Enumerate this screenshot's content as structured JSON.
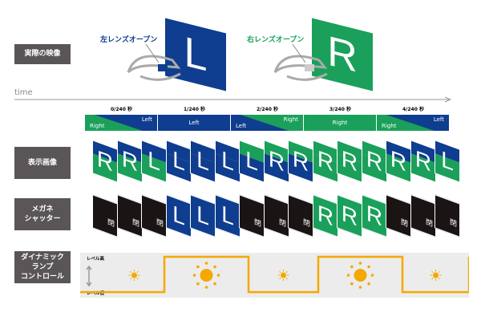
{
  "labels": {
    "actual": "実際の映像",
    "display": "表示画像",
    "shutter": "メガネ\nシャッター",
    "lamp": "ダイナミック\nランプ\nコントロール"
  },
  "top": {
    "left_open": "左レンズオープン",
    "right_open": "右レンズオープン",
    "left_letter": "L",
    "right_letter": "R",
    "time": "time"
  },
  "colors": {
    "blue": "#0f3d8f",
    "green": "#1aa05a",
    "orange": "#f5a800",
    "black": "#1a1414",
    "gray": "#ececec"
  },
  "timeline": {
    "ticks": [
      "0/240 秒",
      "1/240 秒",
      "2/240 秒",
      "3/240 秒",
      "4/240 秒"
    ],
    "segments": [
      {
        "type": "split",
        "a": "Right",
        "b": "Left",
        "lower": "green",
        "upper": "blue"
      },
      {
        "type": "solid",
        "label": "Left",
        "color": "blue"
      },
      {
        "type": "split",
        "a": "Left",
        "b": "Right",
        "lower": "blue",
        "upper": "green"
      },
      {
        "type": "solid",
        "label": "Right",
        "color": "green"
      },
      {
        "type": "split",
        "a": "Right",
        "b": "Left",
        "lower": "green",
        "upper": "blue"
      }
    ]
  },
  "display_frames": [
    {
      "t": "blue",
      "b": "green",
      "l": "R"
    },
    {
      "t": "blue",
      "b": "green",
      "l": "R"
    },
    {
      "t": "blue",
      "b": "green",
      "l": "L"
    },
    {
      "t": "blue",
      "b": "blue",
      "l": "L"
    },
    {
      "t": "blue",
      "b": "blue",
      "l": "L"
    },
    {
      "t": "blue",
      "b": "blue",
      "l": "L"
    },
    {
      "t": "green",
      "b": "blue",
      "l": "L"
    },
    {
      "t": "green",
      "b": "blue",
      "l": "R"
    },
    {
      "t": "green",
      "b": "blue",
      "l": "R"
    },
    {
      "t": "green",
      "b": "green",
      "l": "R"
    },
    {
      "t": "green",
      "b": "green",
      "l": "R"
    },
    {
      "t": "green",
      "b": "green",
      "l": "R"
    },
    {
      "t": "blue",
      "b": "green",
      "l": "R"
    },
    {
      "t": "blue",
      "b": "green",
      "l": "R"
    },
    {
      "t": "blue",
      "b": "green",
      "l": "L"
    }
  ],
  "shutter_frames": [
    "閉",
    "閉",
    "閉",
    "L",
    "L",
    "L",
    "閉",
    "閉",
    "閉",
    "R",
    "R",
    "R",
    "閉",
    "閉",
    "閉"
  ],
  "lamp": {
    "high_label": "レベル高",
    "low_label": "レベル低",
    "levels": [
      "low",
      "high",
      "low",
      "high",
      "low"
    ]
  }
}
